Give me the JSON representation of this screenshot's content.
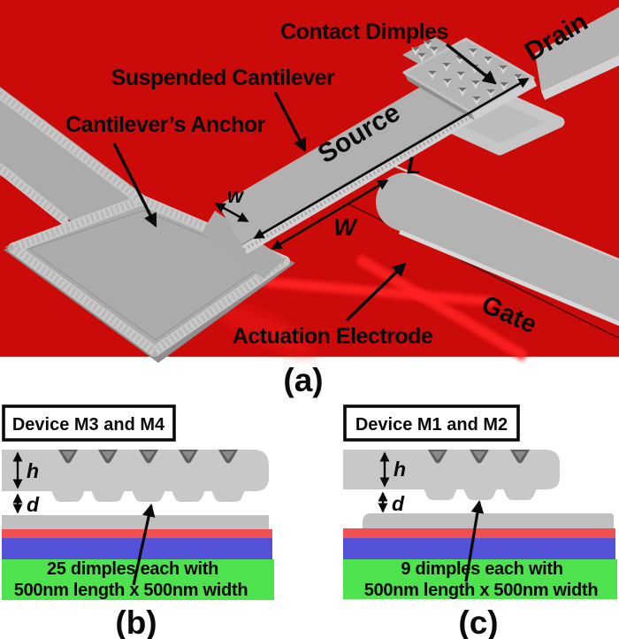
{
  "panel_a": {
    "tag": "(a)",
    "labels": {
      "contact_dimples": "Contact Dimples",
      "suspended_cantilever": "Suspended Cantilever",
      "cantilevers_anchor": "Cantilever’s Anchor",
      "source": "Source",
      "drain": "Drain",
      "gate": "Gate",
      "actuation_electrode": "Actuation Electrode"
    },
    "dims": {
      "length_label": "L",
      "electrode_width_label": "W",
      "beam_width_label": "w"
    },
    "colors": {
      "substrate_red": "#cb0a0a",
      "electrode_glow": "#ff2222",
      "structure_gray": "#b1b1b1"
    }
  },
  "panel_b": {
    "tag": "(b)",
    "device_label": "Device M3 and M4",
    "dims": {
      "thickness": "h",
      "gap": "d"
    },
    "caption": {
      "line1": "25 dimples each with",
      "line2": "500nm length x 500nm width"
    }
  },
  "panel_c": {
    "tag": "(c)",
    "device_label": "Device M1 and M2",
    "dims": {
      "thickness": "h",
      "gap": "d"
    },
    "caption": {
      "line1": "9 dimples each with",
      "line2": "500nm length x 500nm width"
    }
  },
  "layers": {
    "gray": "#c0c0c0",
    "red": "#f25050",
    "blue": "#5552da",
    "green": "#4ee24e"
  }
}
